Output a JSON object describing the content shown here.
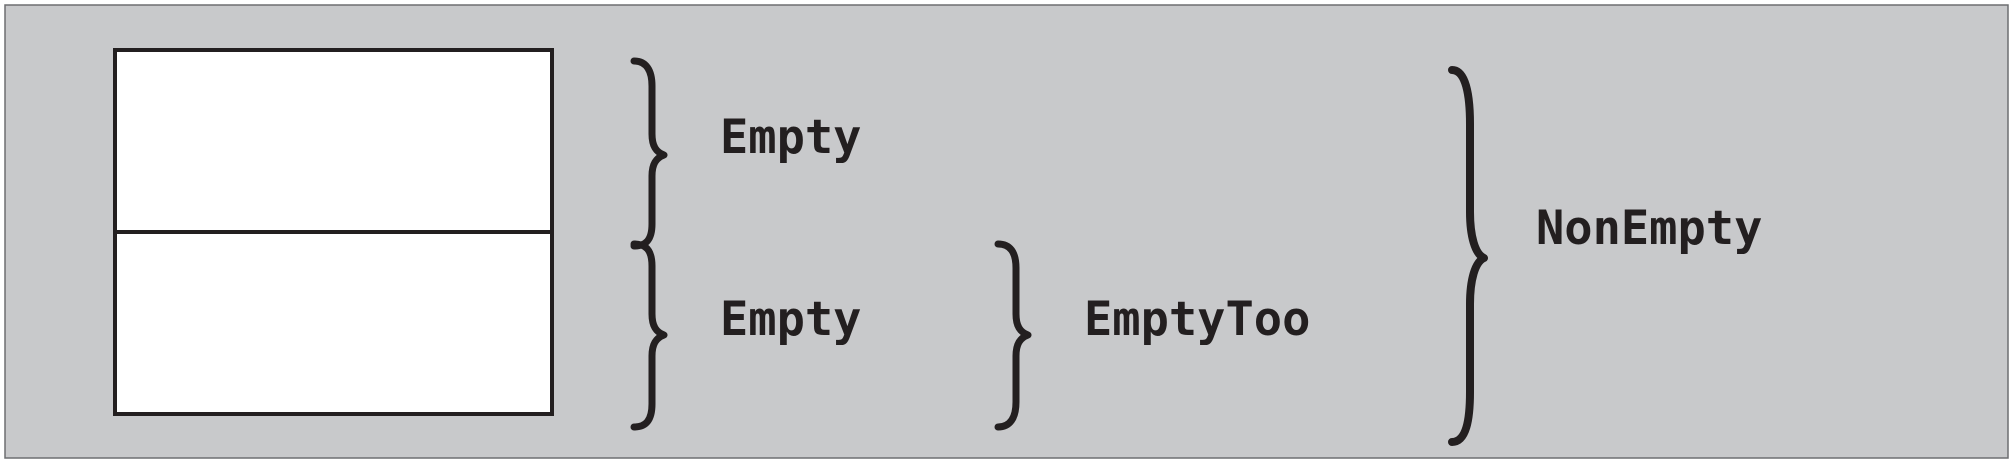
{
  "diagram": {
    "labels": {
      "top_half": "Empty",
      "bottom_half": "Empty",
      "bottom_group": "EmptyToo",
      "whole": "NonEmpty"
    },
    "colors": {
      "background": "#c8c9cb",
      "ink": "#231f20",
      "box_fill": "#ffffff",
      "frame": "#6d6e71"
    }
  }
}
